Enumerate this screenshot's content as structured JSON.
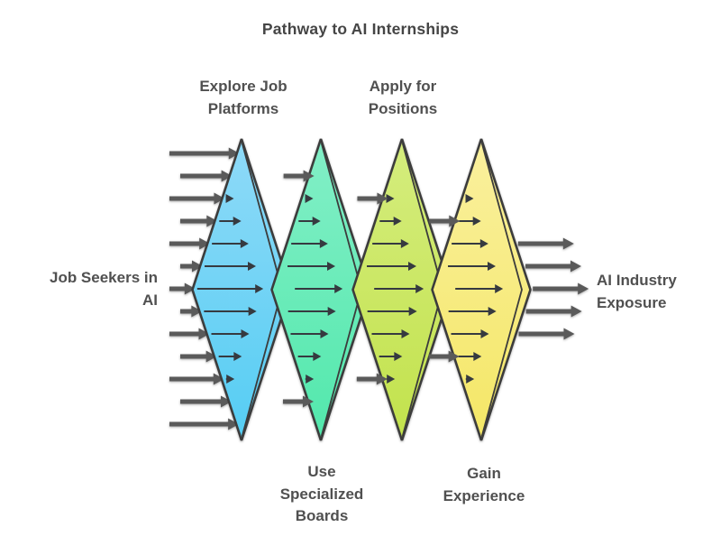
{
  "title": "Pathway to AI Internships",
  "diagram": {
    "type": "flow-funnel",
    "source": {
      "label": "Job Seekers in AI",
      "lines": [
        "Job Seekers in",
        "AI"
      ]
    },
    "result": {
      "label": "AI Industry Exposure",
      "lines": [
        "AI Industry",
        "Exposure"
      ]
    },
    "stages": [
      {
        "label": "Explore Job Platforms",
        "lines": [
          "Explore Job",
          "Platforms"
        ],
        "label_position": "top",
        "color_top": "#8FDAF8",
        "color_bottom": "#55CDF3"
      },
      {
        "label": "Use Specialized Boards",
        "lines": [
          "Use",
          "Specialized",
          "Boards"
        ],
        "label_position": "bottom",
        "color_top": "#83EFC7",
        "color_bottom": "#52E8AC"
      },
      {
        "label": "Apply for Positions",
        "lines": [
          "Apply for",
          "Positions"
        ],
        "label_position": "top",
        "color_top": "#D5ED7E",
        "color_bottom": "#C2E24C"
      },
      {
        "label": "Gain Experience",
        "lines": [
          "Gain",
          "Experience"
        ],
        "label_position": "bottom",
        "color_top": "#FAF09E",
        "color_bottom": "#F4E766"
      }
    ],
    "colors": {
      "outline": "#3C3C3C",
      "thick_arrow": "#5A5A5A",
      "thin_arrow": "#363A40",
      "title_text": "#454545",
      "label_text": "#505050"
    }
  }
}
